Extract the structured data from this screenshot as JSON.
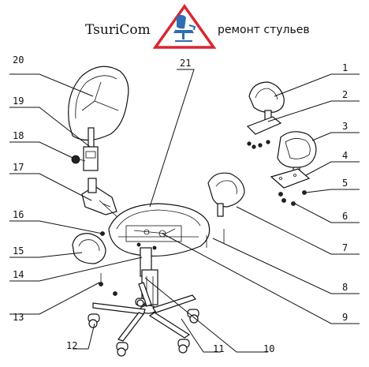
{
  "header": {
    "brand": "TsuriCom",
    "subtitle": "ремонт стульев"
  },
  "logo": {
    "icon": "warning-triangle-chair-icon",
    "triangle_color": "#d9272e",
    "chair_color": "#2f6db5"
  },
  "callouts": {
    "n1": "1",
    "n2": "2",
    "n3": "3",
    "n4": "4",
    "n5": "5",
    "n6": "6",
    "n7": "7",
    "n8": "8",
    "n9": "9",
    "n10": "10",
    "n11": "11",
    "n12": "12",
    "n13": "13",
    "n14": "14",
    "n15": "15",
    "n16": "16",
    "n17": "17",
    "n18": "18",
    "n19": "19",
    "n20": "20",
    "n21": "21"
  }
}
